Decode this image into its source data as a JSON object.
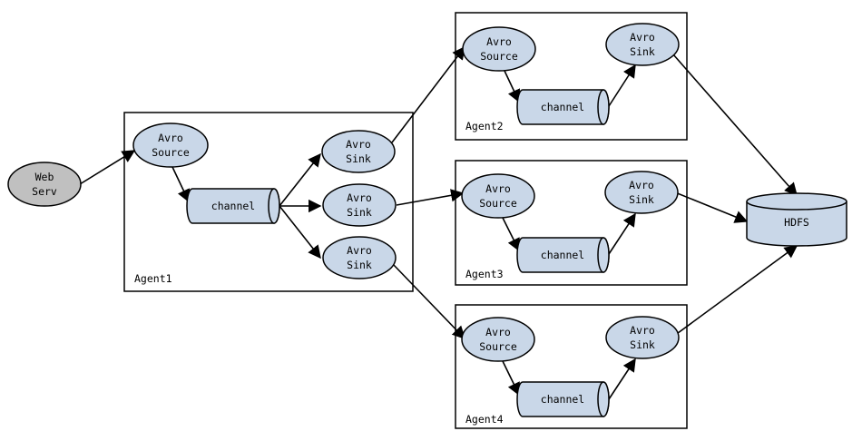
{
  "web_server": {
    "line1": "Web",
    "line2": "Serv"
  },
  "agents": [
    {
      "name": "Agent1",
      "source": {
        "line1": "Avro",
        "line2": "Source"
      },
      "channel": "channel",
      "sinks": [
        {
          "line1": "Avro",
          "line2": "Sink"
        },
        {
          "line1": "Avro",
          "line2": "Sink"
        },
        {
          "line1": "Avro",
          "line2": "Sink"
        }
      ]
    },
    {
      "name": "Agent2",
      "source": {
        "line1": "Avro",
        "line2": "Source"
      },
      "channel": "channel",
      "sinks": [
        {
          "line1": "Avro",
          "line2": "Sink"
        }
      ]
    },
    {
      "name": "Agent3",
      "source": {
        "line1": "Avro",
        "line2": "Source"
      },
      "channel": "channel",
      "sinks": [
        {
          "line1": "Avro",
          "line2": "Sink"
        }
      ]
    },
    {
      "name": "Agent4",
      "source": {
        "line1": "Avro",
        "line2": "Source"
      },
      "channel": "channel",
      "sinks": [
        {
          "line1": "Avro",
          "line2": "Sink"
        }
      ]
    }
  ],
  "hdfs": {
    "label": "HDFS"
  },
  "colors": {
    "node_fill": "#c9d7e8",
    "web_fill": "#c0c0c0",
    "stroke": "#000000"
  }
}
